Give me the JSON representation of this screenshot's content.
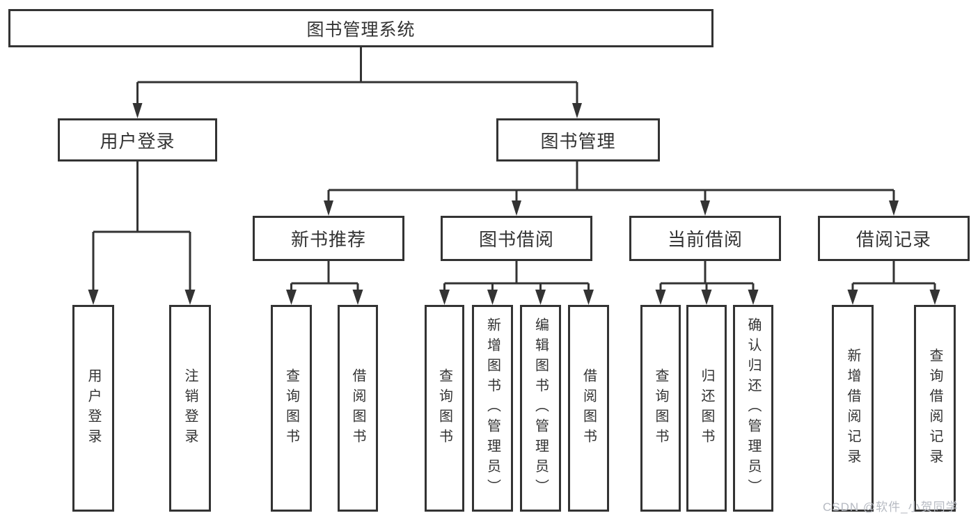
{
  "diagram_title": "图书管理系统",
  "nodes": {
    "root": "图书管理系统",
    "level1": {
      "user_login": "用户登录",
      "book_management": "图书管理"
    },
    "level2": {
      "new_book_recommend": "新书推荐",
      "book_borrow": "图书借阅",
      "current_borrow": "当前借阅",
      "borrow_records": "借阅记录"
    },
    "leaves_user_login": [
      "用户登录",
      "注销登录"
    ],
    "leaves_new_book_recommend": [
      "查询图书",
      "借阅图书"
    ],
    "leaves_book_borrow": [
      "查询图书",
      "新增图书（管理员）",
      "编辑图书（管理员）",
      "借阅图书"
    ],
    "leaves_current_borrow": [
      "查询图书",
      "归还图书",
      "确认归还（管理员）"
    ],
    "leaves_borrow_records": [
      "新增借阅记录",
      "查询借阅记录"
    ]
  },
  "watermark": {
    "text": "CSDN @软件_小贺同学",
    "color": "#b6bac2"
  },
  "colors": {
    "line": "#333333",
    "box_border": "#333333",
    "text": "#333333",
    "background": "#ffffff",
    "watermark_text": "#b6bac2"
  }
}
